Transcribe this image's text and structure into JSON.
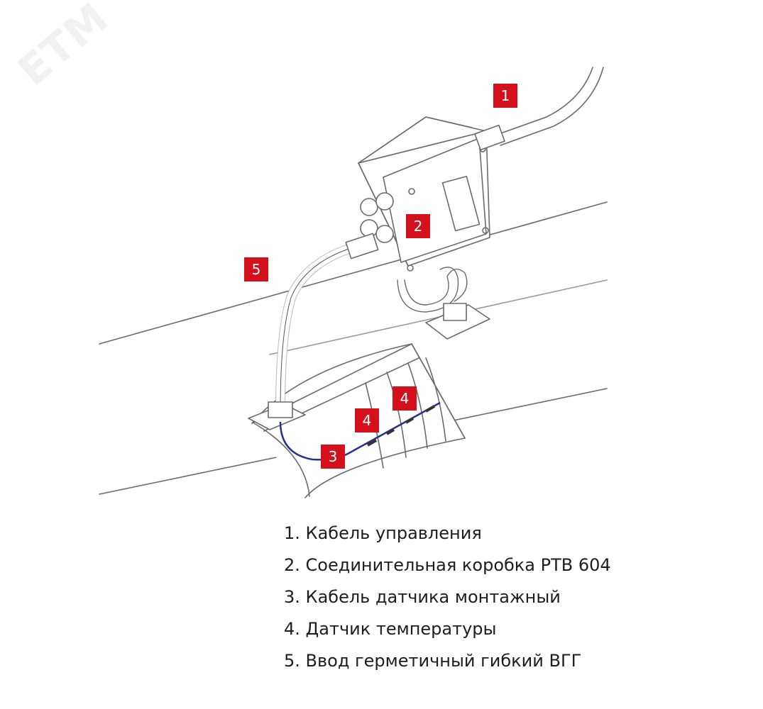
{
  "watermark": "ETM",
  "markers": [
    {
      "id": "1",
      "label": "1"
    },
    {
      "id": "2",
      "label": "2"
    },
    {
      "id": "3",
      "label": "3"
    },
    {
      "id": "4a",
      "label": "4"
    },
    {
      "id": "4b",
      "label": "4"
    },
    {
      "id": "5",
      "label": "5"
    }
  ],
  "legend": [
    "1. Кабель управления",
    "2. Соединительная коробка РТВ 604",
    "3. Кабель датчика монтажный",
    "4. Датчик температуры",
    "5. Ввод герметичный гибкий ВГГ"
  ],
  "colors": {
    "marker": "#d4101d",
    "sensor_cable": "#2b2f8f",
    "line": "#6b6b6b"
  }
}
